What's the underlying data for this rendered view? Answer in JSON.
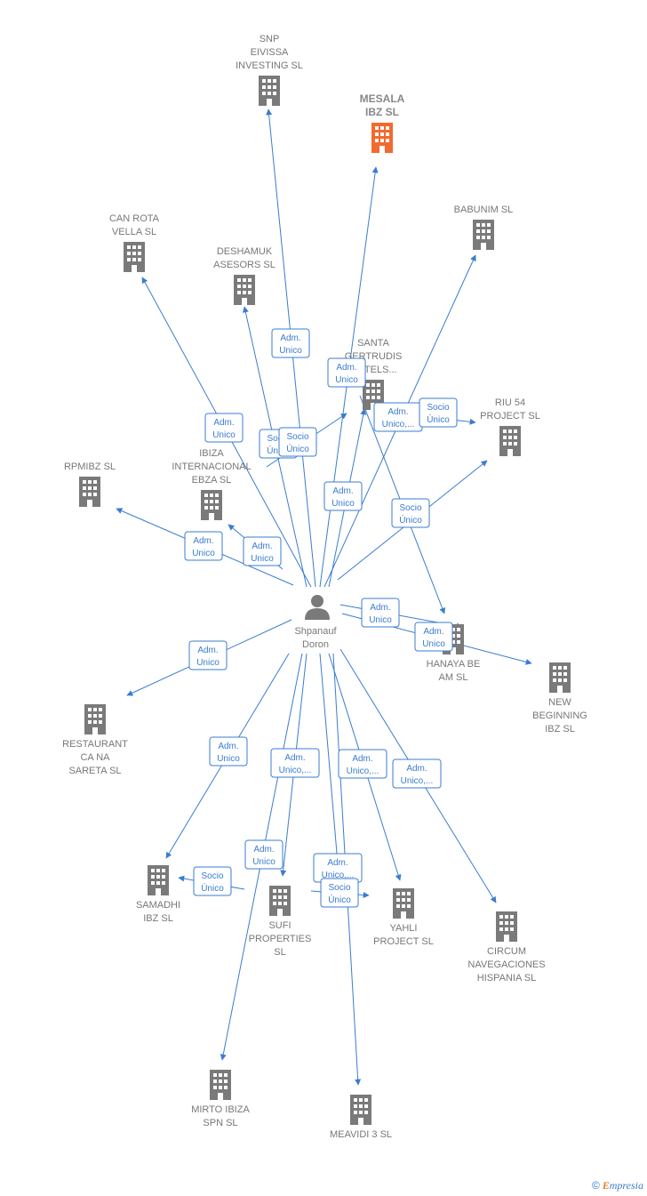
{
  "center": {
    "name": "Shpanauf Doron",
    "lines": [
      "Shpanauf",
      "Doron"
    ]
  },
  "colors": {
    "edge": "#3a7ccf",
    "building": "#7a7a7a",
    "highlight": "#f26a2e",
    "person": "#7a7a7a"
  },
  "nodes": [
    {
      "id": "snp",
      "lines": [
        "SNP",
        "EIVISSA",
        "INVESTING  SL"
      ]
    },
    {
      "id": "mesala",
      "lines": [
        "MESALA",
        "IBZ  SL"
      ],
      "highlight": true
    },
    {
      "id": "babunim",
      "lines": [
        "BABUNIM  SL"
      ]
    },
    {
      "id": "canrota",
      "lines": [
        "CAN ROTA",
        "VELLA  SL"
      ]
    },
    {
      "id": "deshamuk",
      "lines": [
        "DESHAMUK",
        "ASESORS  SL"
      ]
    },
    {
      "id": "santa",
      "lines": [
        "SANTA",
        "GERTRUDIS",
        "HOTELS..."
      ]
    },
    {
      "id": "riu54",
      "lines": [
        "RIU 54",
        "PROJECT  SL"
      ]
    },
    {
      "id": "rpmibz",
      "lines": [
        "RPMIBZ  SL"
      ]
    },
    {
      "id": "ibiza",
      "lines": [
        "IBIZA",
        "INTERNACIONAL",
        "EBZA  SL"
      ]
    },
    {
      "id": "hanaya",
      "lines": [
        "HANAYA BE",
        "AM  SL"
      ]
    },
    {
      "id": "newbeg",
      "lines": [
        "NEW",
        "BEGINNING",
        "IBZ  SL"
      ]
    },
    {
      "id": "restaurant",
      "lines": [
        "RESTAURANT",
        "CA NA",
        "SARETA  SL"
      ]
    },
    {
      "id": "samadhi",
      "lines": [
        "SAMADHI",
        "IBZ  SL"
      ]
    },
    {
      "id": "sufi",
      "lines": [
        "SUFI",
        "PROPERTIES",
        "SL"
      ]
    },
    {
      "id": "yahli",
      "lines": [
        "YAHLI",
        "PROJECT  SL"
      ]
    },
    {
      "id": "circum",
      "lines": [
        "CIRCUM",
        "NAVEGACIONES",
        "HISPANIA SL"
      ]
    },
    {
      "id": "mirto",
      "lines": [
        "MIRTO IBIZA",
        "SPN  SL"
      ]
    },
    {
      "id": "meavidi",
      "lines": [
        "MEAVIDI 3  SL"
      ]
    }
  ],
  "edge_labels": [
    {
      "lines": [
        "Adm.",
        "Unico"
      ]
    },
    {
      "lines": [
        "Adm.",
        "Unico"
      ]
    },
    {
      "lines": [
        "Adm.",
        "Unico"
      ]
    },
    {
      "lines": [
        "Adm.",
        "Unico,..."
      ]
    },
    {
      "lines": [
        "Socio",
        "Único"
      ]
    },
    {
      "lines": [
        "Socio",
        "Único"
      ]
    },
    {
      "lines": [
        "Socio",
        "Único"
      ]
    },
    {
      "lines": [
        "Adm.",
        "Unico"
      ]
    },
    {
      "lines": [
        "Socio",
        "Único"
      ]
    },
    {
      "lines": [
        "Adm.",
        "Unico"
      ]
    },
    {
      "lines": [
        "Adm.",
        "Unico"
      ]
    },
    {
      "lines": [
        "Adm.",
        "Unico"
      ]
    },
    {
      "lines": [
        "Adm.",
        "Unico"
      ]
    },
    {
      "lines": [
        "Adm.",
        "Unico"
      ]
    },
    {
      "lines": [
        "Adm.",
        "Unico"
      ]
    },
    {
      "lines": [
        "Adm.",
        "Unico,..."
      ]
    },
    {
      "lines": [
        "Adm.",
        "Unico,..."
      ]
    },
    {
      "lines": [
        "Adm.",
        "Unico,..."
      ]
    },
    {
      "lines": [
        "Adm.",
        "Unico"
      ]
    },
    {
      "lines": [
        "Socio",
        "Único"
      ]
    },
    {
      "lines": [
        "Adm.",
        "Unico,..."
      ]
    },
    {
      "lines": [
        "Socio",
        "Único"
      ]
    }
  ],
  "brand": {
    "copyright": "©",
    "name_initial": "E",
    "name_rest": "mpresia"
  }
}
